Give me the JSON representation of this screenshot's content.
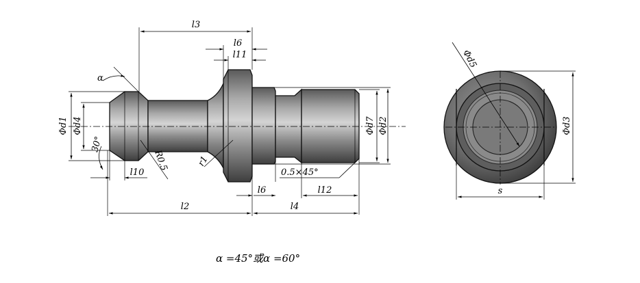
{
  "labels": {
    "l3": "l3",
    "l6_top": "l6",
    "l11": "l11",
    "alpha": "α",
    "d1": "Φd1",
    "d4": "Φd4",
    "angle30": "30°",
    "r05": "R0.5",
    "r1": "r1",
    "l10": "l10",
    "d7": "Φd7",
    "d2": "Φd2",
    "chamfer": "0.5×45°",
    "l6_bottom": "l6",
    "l12": "l12",
    "l2": "l2",
    "l4": "l4",
    "d5": "Φd5",
    "d3": "Φd3",
    "s": "s"
  },
  "formula": "α =45°或α =60°",
  "colors": {
    "metal_dark": "#4a4a4a",
    "metal_mid": "#7d7d7d",
    "metal_light": "#b8b8b8",
    "metal_highlight": "#d6d6d6",
    "line": "#000000"
  }
}
